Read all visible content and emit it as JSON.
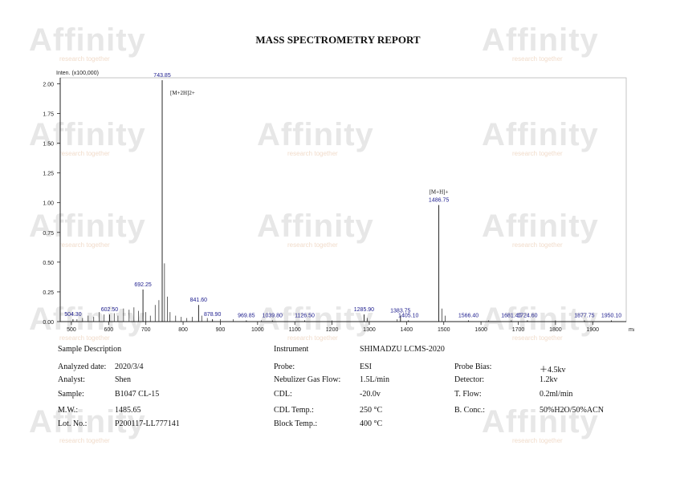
{
  "report_title": "MASS SPECTROMETRY REPORT",
  "watermark": {
    "brand": "Affinity",
    "tagline": "research together"
  },
  "chart_data": {
    "type": "bar",
    "ylabel": "Inten. (x100,000)",
    "xlabel": "m/z",
    "xlim": [
      470,
      1990
    ],
    "ylim": [
      0,
      2.05
    ],
    "x_ticks": [
      500,
      600,
      700,
      800,
      900,
      1000,
      1100,
      1200,
      1300,
      1400,
      1500,
      1600,
      1700,
      1800,
      1900
    ],
    "y_ticks": [
      "0.00",
      "0.25",
      "0.50",
      "0.75",
      "1.00",
      "1.25",
      "1.50",
      "1.75",
      "2.00"
    ],
    "labeled_peaks": [
      {
        "x": 504.3,
        "label": "504.30",
        "y": 0.02
      },
      {
        "x": 602.5,
        "label": "602.50",
        "y": 0.06
      },
      {
        "x": 692.25,
        "label": "692.25",
        "y": 0.27
      },
      {
        "x": 743.85,
        "label": "743.85",
        "y": 2.03,
        "ion": "[M+2H]2+"
      },
      {
        "x": 841.6,
        "label": "841.60",
        "y": 0.14
      },
      {
        "x": 878.9,
        "label": "878.90",
        "y": 0.02
      },
      {
        "x": 969.85,
        "label": "969.85",
        "y": 0.01
      },
      {
        "x": 1039.8,
        "label": "1039.80",
        "y": 0.01
      },
      {
        "x": 1126.5,
        "label": "1126.50",
        "y": 0.01
      },
      {
        "x": 1285.9,
        "label": "1285.90",
        "y": 0.06
      },
      {
        "x": 1383.75,
        "label": "1383.75",
        "y": 0.05
      },
      {
        "x": 1405.1,
        "label": "1405.10",
        "y": 0.01
      },
      {
        "x": 1486.75,
        "label": "1486.75",
        "y": 0.98,
        "ion": "[M+H]+"
      },
      {
        "x": 1566.4,
        "label": "1566.40",
        "y": 0.01
      },
      {
        "x": 1681.4,
        "label": "1681.40",
        "y": 0.01
      },
      {
        "x": 1724.6,
        "label": "1724.60",
        "y": 0.01
      },
      {
        "x": 1877.75,
        "label": "1877.75",
        "y": 0.01
      },
      {
        "x": 1950.1,
        "label": "1950.10",
        "y": 0.01
      }
    ],
    "minor_peaks": [
      {
        "x": 515,
        "y": 0.02
      },
      {
        "x": 530,
        "y": 0.03
      },
      {
        "x": 545,
        "y": 0.05
      },
      {
        "x": 560,
        "y": 0.04
      },
      {
        "x": 575,
        "y": 0.08
      },
      {
        "x": 588,
        "y": 0.06
      },
      {
        "x": 615,
        "y": 0.07
      },
      {
        "x": 625,
        "y": 0.05
      },
      {
        "x": 640,
        "y": 0.11
      },
      {
        "x": 655,
        "y": 0.1
      },
      {
        "x": 668,
        "y": 0.12
      },
      {
        "x": 680,
        "y": 0.09
      },
      {
        "x": 700,
        "y": 0.08
      },
      {
        "x": 712,
        "y": 0.05
      },
      {
        "x": 725,
        "y": 0.14
      },
      {
        "x": 735,
        "y": 0.18
      },
      {
        "x": 750,
        "y": 0.49
      },
      {
        "x": 758,
        "y": 0.21
      },
      {
        "x": 765,
        "y": 0.08
      },
      {
        "x": 780,
        "y": 0.05
      },
      {
        "x": 795,
        "y": 0.04
      },
      {
        "x": 810,
        "y": 0.03
      },
      {
        "x": 825,
        "y": 0.04
      },
      {
        "x": 850,
        "y": 0.05
      },
      {
        "x": 865,
        "y": 0.03
      },
      {
        "x": 900,
        "y": 0.02
      },
      {
        "x": 935,
        "y": 0.02
      },
      {
        "x": 1010,
        "y": 0.01
      },
      {
        "x": 1200,
        "y": 0.01
      },
      {
        "x": 1295,
        "y": 0.03
      },
      {
        "x": 1375,
        "y": 0.02
      },
      {
        "x": 1495,
        "y": 0.11
      },
      {
        "x": 1504,
        "y": 0.05
      },
      {
        "x": 1620,
        "y": 0.01
      },
      {
        "x": 1800,
        "y": 0.01
      }
    ]
  },
  "info": {
    "left": [
      {
        "label": "Sample Description",
        "value": ""
      },
      {
        "label": "Analyzed date:",
        "value": "2020/3/4"
      },
      {
        "label": "Analyst:",
        "value": "Shen"
      },
      {
        "label": "Sample:",
        "value": "B1047 CL-15"
      },
      {
        "label": "M.W.:",
        "value": "1485.65"
      },
      {
        "label": "Lot. No.:",
        "value": "P200117-LL777141"
      }
    ],
    "middle": [
      {
        "label": "Instrument",
        "value": "SHIMADZU LCMS-2020"
      },
      {
        "label": "Probe:",
        "value": "ESI"
      },
      {
        "label": "Nebulizer Gas Flow:",
        "value": "1.5L/min"
      },
      {
        "label": "CDL:",
        "value": "-20.0v"
      },
      {
        "label": "CDL Temp.:",
        "value": "250 °C"
      },
      {
        "label": "Block Temp.:",
        "value": "400 °C"
      }
    ],
    "right": [
      {
        "label": "Probe Bias:",
        "value": "＋4.5kv"
      },
      {
        "label": "Detector:",
        "value": "1.2kv"
      },
      {
        "label": "T. Flow:",
        "value": "0.2ml/min"
      },
      {
        "label": "B. Conc.:",
        "value": "50%H2O/50%ACN"
      }
    ]
  }
}
